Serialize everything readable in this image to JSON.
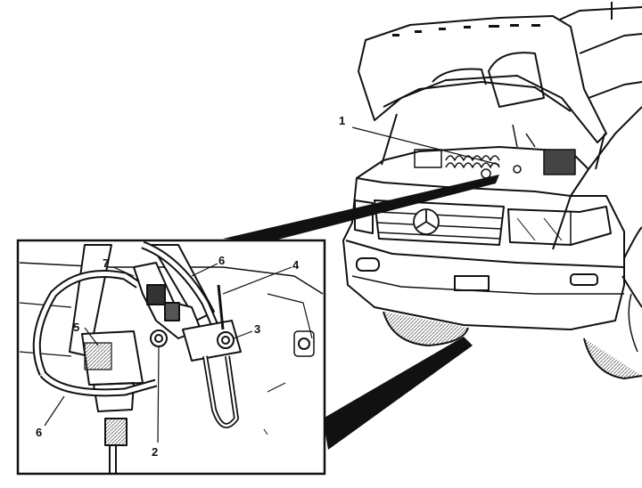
{
  "figure": {
    "callouts": [
      {
        "id": "1",
        "label": "1"
      },
      {
        "id": "2",
        "label": "2"
      },
      {
        "id": "3",
        "label": "3"
      },
      {
        "id": "4",
        "label": "4"
      },
      {
        "id": "5",
        "label": "5"
      },
      {
        "id": "6a",
        "label": "6"
      },
      {
        "id": "6b",
        "label": "6"
      },
      {
        "id": "7",
        "label": "7"
      }
    ],
    "colors": {
      "ink": "#111111",
      "paper": "#ffffff",
      "shade": "#8a8a8a"
    }
  }
}
